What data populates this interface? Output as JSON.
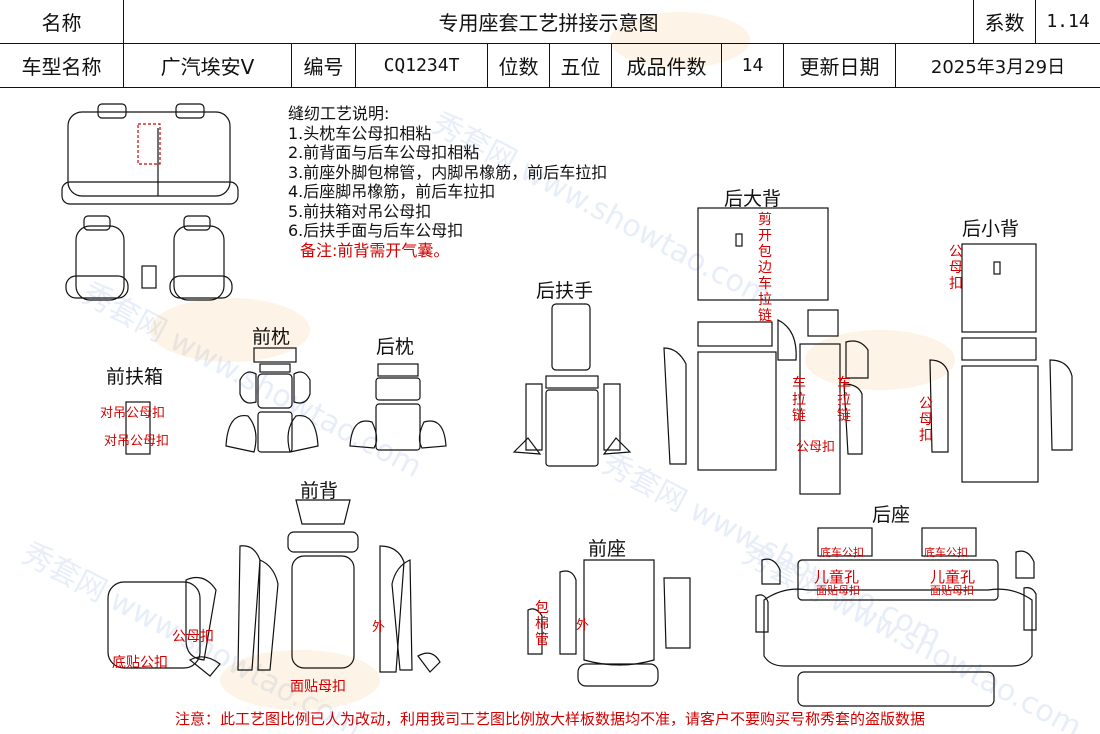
{
  "header": {
    "name_label": "名称",
    "doc_title": "专用座套工艺拼接示意图",
    "series_label": "系数",
    "series_value": "1.14",
    "model_label": "车型名称",
    "model_value": "广汽埃安V",
    "code_label": "编号",
    "code_value": "CQ1234T",
    "seats_label": "位数",
    "seats_value": "五位",
    "pieces_label": "成品件数",
    "pieces_value": "14",
    "update_label": "更新日期",
    "update_value": "2025年3月29日"
  },
  "notes": {
    "heading": "缝纫工艺说明:",
    "items": [
      "1.头枕车公母扣相粘",
      "2.前背面与后车公母扣相粘",
      "3.前座外脚包棉管，内脚吊橡筋，前后车拉扣",
      "4.后座脚吊橡筋，前后车拉扣",
      "5.前扶箱对吊公母扣",
      "6.后扶手面与后车公母扣"
    ],
    "remark": "备注:前背需开气囊。"
  },
  "sections": {
    "front_headrest": "前枕",
    "rear_headrest": "后枕",
    "front_console": "前扶箱",
    "rear_armrest": "后扶手",
    "rear_big_back": "后大背",
    "rear_small_back": "后小背",
    "front_back": "前背",
    "front_seat": "前座",
    "rear_seat": "后座"
  },
  "annotations": {
    "console_1": "对吊公母扣",
    "console_2": "对吊公母扣",
    "big_back_v": "剪开包边车拉链",
    "zip_left": "车拉链",
    "zip_right": "车拉链",
    "snap_mid": "公母扣",
    "small_back_v": "公母扣",
    "small_side_v": "公母扣",
    "fb_snap": "公母扣",
    "fb_bottom_snap": "底贴公扣",
    "fb_outer": "外",
    "fb_bottom_female": "面贴母扣",
    "fs_tube": "包棉管",
    "fs_outer": "外",
    "rs_bottom_l": "底车公扣",
    "rs_bottom_r": "底车公扣",
    "rs_child_l": "儿童孔",
    "rs_child_r": "儿童孔",
    "rs_face_l": "面贴母扣",
    "rs_face_r": "面贴母扣"
  },
  "footer": "注意：此工艺图比例已人为改动，利用我司工艺图比例放大样板数据均不准，请客户不要购买号称秀套的盗版数据",
  "watermark": "秀套网 www.showtao.com"
}
